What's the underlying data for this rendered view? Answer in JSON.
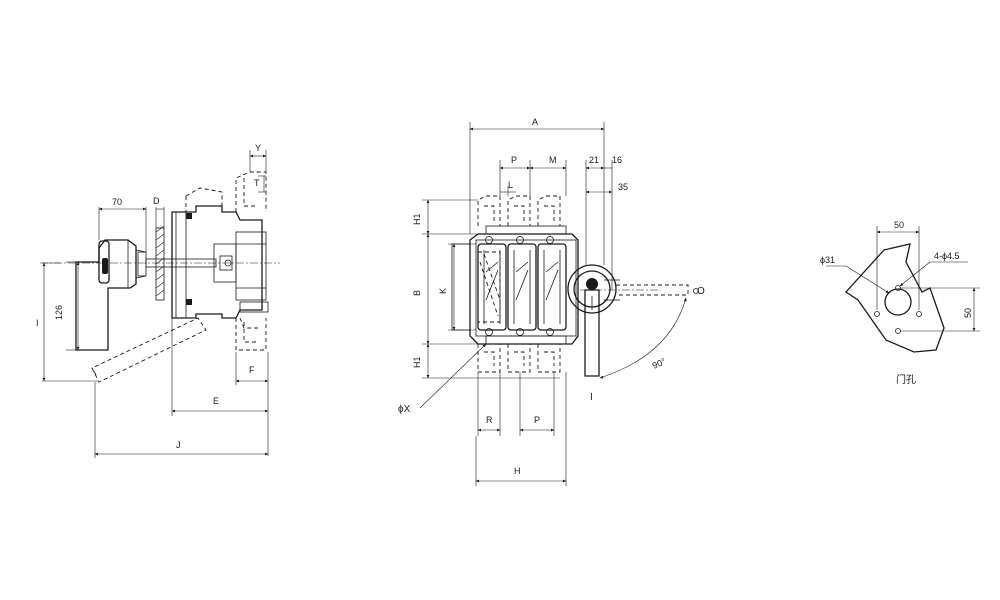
{
  "side_view": {
    "dim_70": "70",
    "dim_D": "D",
    "dim_Y": "Y",
    "dim_T": "T",
    "dim_126": "126",
    "dim_I": "I",
    "dim_F": "F",
    "dim_E": "E",
    "dim_J": "J"
  },
  "front_view": {
    "dim_A": "A",
    "dim_P": "P",
    "dim_M": "M",
    "dim_21": "21",
    "dim_16": "16",
    "dim_L": "L",
    "dim_35": "35",
    "dim_H1_top": "H1",
    "dim_B": "B",
    "dim_K": "K",
    "dim_H1_bottom": "H1",
    "label_O": "O",
    "label_I": "I",
    "angle_90": "90°",
    "dim_phiX": "ϕX",
    "dim_R": "R",
    "dim_P_bottom": "P",
    "dim_H": "H"
  },
  "door_cutout": {
    "dim_50_top": "50",
    "dim_phi31": "ϕ31",
    "dim_4phi45": "4-ϕ4.5",
    "dim_50_right": "50",
    "caption": "门孔"
  }
}
